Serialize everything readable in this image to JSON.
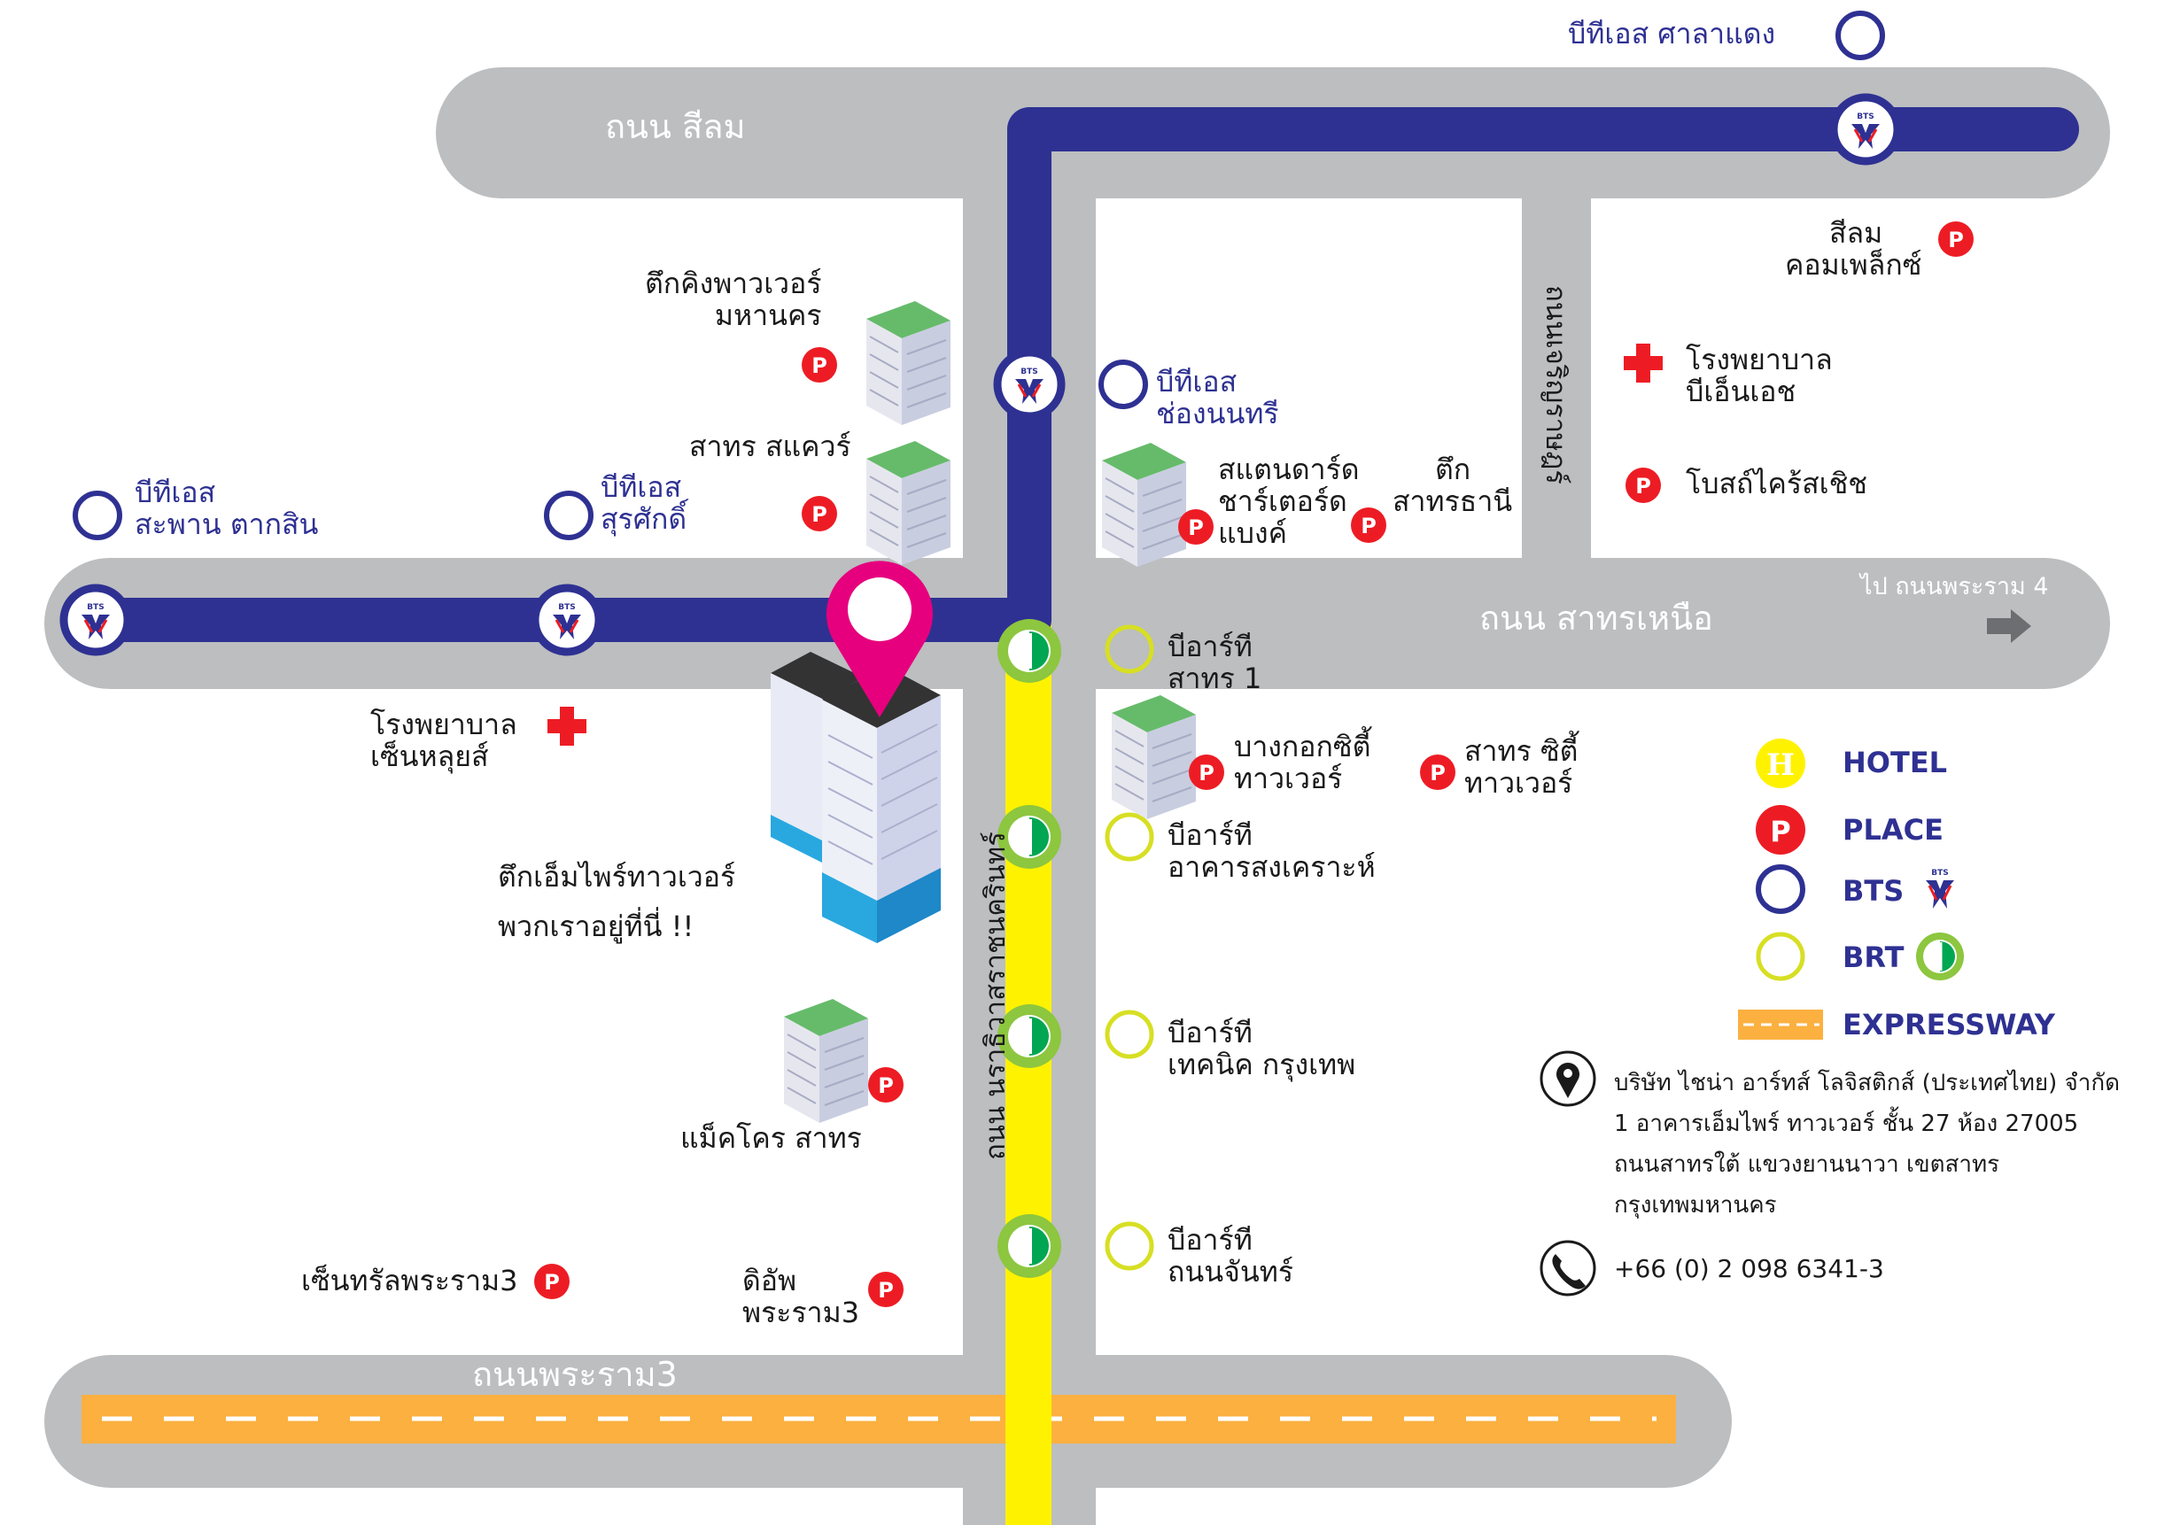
{
  "roads": {
    "silom": "ถนน สีลม",
    "sathorn_nuea": "ถนน สาทรเหนือ",
    "narathiwat": "ถนน นราธิวาสราชนครินทร์",
    "charoen_rat_side": "ถนนเจริญราษฎร์",
    "rama3": "ถนนพระราม3",
    "to_rama4": "ไป ถนนพระราม 4"
  },
  "stations": {
    "bts_sala_daeng": "บีทีเอส ศาลาแดง",
    "bts_chong_nonsi": [
      "บีทีเอส",
      "ช่องนนทรี"
    ],
    "bts_saphan_taksin": [
      "บีทีเอส",
      "สะพาน ตากสิน"
    ],
    "bts_surasak": [
      "บีทีเอส",
      "สุรศักดิ์"
    ],
    "brt_sathorn": [
      "บีอาร์ที",
      "สาทร 1"
    ],
    "brt_akarn": [
      "บีอาร์ที",
      "อาคารสงเคราะห์"
    ],
    "brt_technic": [
      "บีอาร์ที",
      "เทคนิค กรุงเทพ"
    ],
    "brt_thanon_chan": [
      "บีอาร์ที",
      "ถนนจันทร์"
    ]
  },
  "places": {
    "king_power": [
      "ตึกคิงพาวเวอร์",
      "มหานคร"
    ],
    "sathorn_square": "สาทร สแควร์",
    "standard_chartered": [
      "สแตนดาร์ด",
      "ชาร์เตอร์ด",
      "แบงค์"
    ],
    "sathorn_thani": [
      "ตึก",
      "สาทรธานี"
    ],
    "silom_complex": [
      "สีลม",
      "คอมเพล็กซ์"
    ],
    "bnh_hospital": [
      "โรงพยาบาล",
      "บีเอ็นเอช"
    ],
    "christ_church": "โบสถ์ไคร้สเชิช",
    "st_louis": [
      "โรงพยาบาล",
      "เซ็นหลุยส์"
    ],
    "empire_tower": [
      "ตึกเอ็มไพร์ทาวเวอร์",
      "พวกเราอยู่ที่นี่ !!"
    ],
    "bangkok_city": [
      "บางกอกซิตี้",
      "ทาวเวอร์"
    ],
    "sathorn_city": [
      "สาทร ซิตี้",
      "ทาวเวอร์"
    ],
    "makro": "แม็คโคร สาทร",
    "central_rama3": "เซ็นทรัลพระราม3",
    "the_up": [
      "ดิอัพ",
      "พระราม3"
    ]
  },
  "legend": {
    "hotel": "HOTEL",
    "place": "PLACE",
    "bts": "BTS",
    "brt": "BRT",
    "expressway": "EXPRESSWAY",
    "hotel_glyph": "H",
    "place_glyph": "P"
  },
  "contact": {
    "company": "บริษัท ไชน่า อาร์ทส์ โลจิสติกส์ (ประเทศไทย) จำกัด",
    "address1": "1 อาคารเอ็มไพร์ ทาวเวอร์ ชั้น 27  ห้อง 27005",
    "address2": "ถนนสาทรใต้  แขวงยานนาวา เขตสาทร",
    "address3": "กรุงเทพมหานคร",
    "phone": "+66 (0) 2 098 6341-3"
  },
  "colors": {
    "road": "#bcbec0",
    "bts_line": "#2e3192",
    "brt_line": "#fff200",
    "brt_ring": "#8dc63f",
    "expressway": "#fbb040",
    "place_marker": "#ed1c24",
    "pin": "#e6007e",
    "hospital": "#ed1c24"
  },
  "icons": {
    "pin": "location-pin-icon",
    "phone": "phone-icon",
    "address": "address-pin-icon",
    "hospital": "hospital-cross-icon",
    "bts": "bts-logo-icon",
    "brt": "brt-logo-icon",
    "building": "building-icon"
  }
}
